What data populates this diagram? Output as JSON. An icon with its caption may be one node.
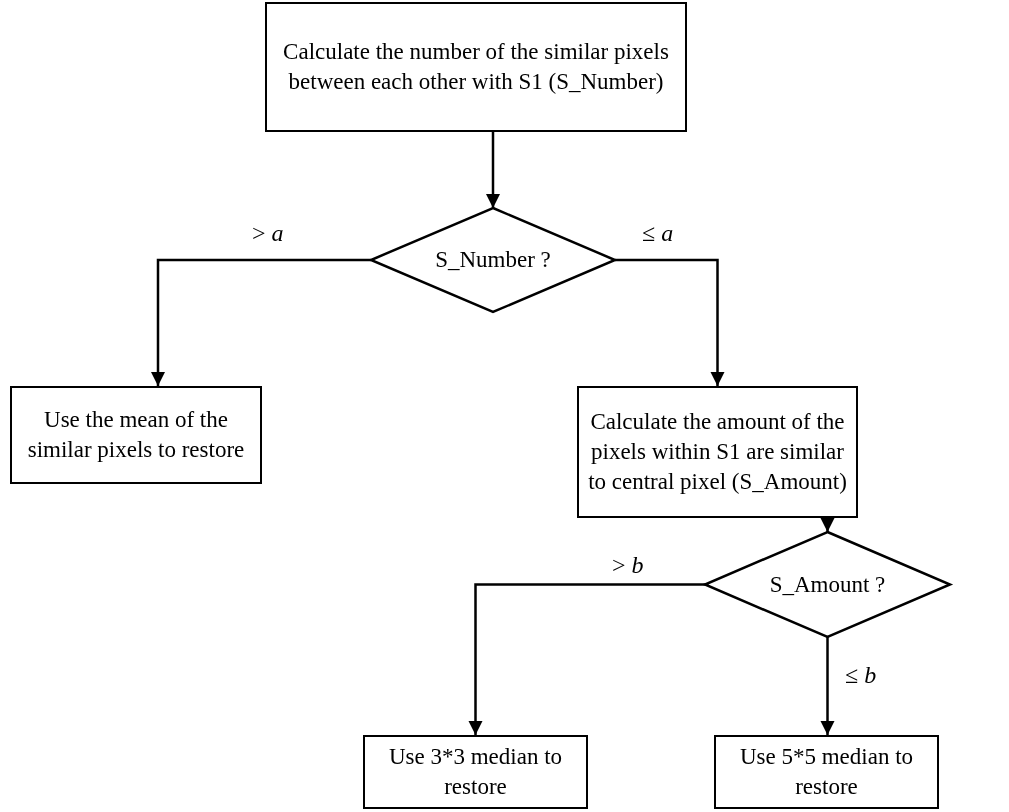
{
  "diagram": {
    "nodes": [
      {
        "text": [
          "Calculate the number of the similar pixels between each other with S1 (S_Number)"
        ]
      },
      {
        "text": [
          "S_Number ?"
        ]
      },
      {
        "text": [
          "Use the mean of the similar pixels to restore"
        ]
      },
      {
        "text": [
          "Calculate the amount of the pixels within S1 are similar to central pixel (S_Amount)"
        ]
      },
      {
        "text": [
          "S_Amount ?"
        ]
      },
      {
        "text": [
          "Use 3*3 median to restore"
        ]
      },
      {
        "text": [
          "Use 5*5 median to restore"
        ]
      }
    ],
    "edges": [
      {
        "from": 0,
        "to": 1,
        "arrow": "to"
      },
      {
        "from": 1,
        "to": 2,
        "arrow": "to",
        "label": "> *a*"
      },
      {
        "from": 1,
        "to": 3,
        "arrow": "to",
        "label": "≤ *a*"
      },
      {
        "from": 3,
        "to": 4,
        "arrow": "to"
      },
      {
        "from": 4,
        "to": 5,
        "arrow": "to",
        "label": "> *b*"
      },
      {
        "from": 4,
        "to": 6,
        "arrow": "to",
        "label": "≤ *b*"
      }
    ]
  }
}
